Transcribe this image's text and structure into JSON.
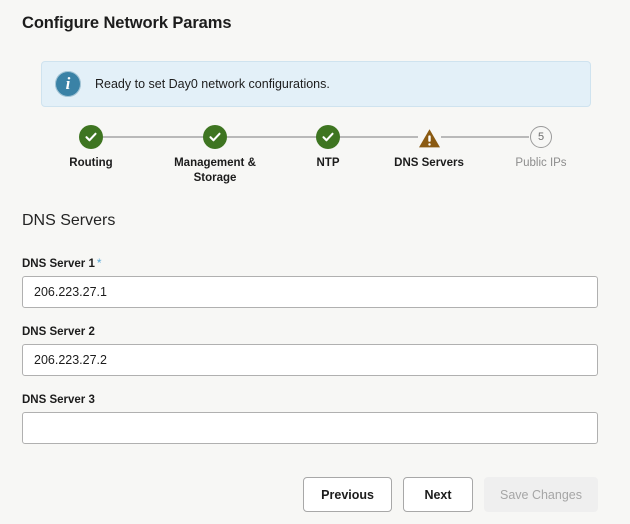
{
  "page": {
    "title": "Configure Network Params"
  },
  "banner": {
    "icon": "info-icon",
    "message": "Ready to set Day0 network configurations.",
    "background_color": "#e3f0f8",
    "icon_color": "#3a82a6"
  },
  "stepper": {
    "done_color": "#3e7521",
    "warning_color": "#8a5a12",
    "pending_color": "#9b9b9b",
    "steps": [
      {
        "label": "Routing",
        "state": "done",
        "icon": "check-circle-icon",
        "number": "1"
      },
      {
        "label": "Management & Storage",
        "state": "done",
        "icon": "check-circle-icon",
        "number": "2"
      },
      {
        "label": "NTP",
        "state": "done",
        "icon": "check-circle-icon",
        "number": "3"
      },
      {
        "label": "DNS Servers",
        "state": "warning",
        "icon": "warning-triangle-icon",
        "number": "4"
      },
      {
        "label": "Public IPs",
        "state": "pending",
        "icon": "number-circle-icon",
        "number": "5"
      }
    ]
  },
  "section": {
    "heading": "DNS Servers"
  },
  "form": {
    "required_marker": "*",
    "fields": [
      {
        "label": "DNS Server 1",
        "required": true,
        "value": "206.223.27.1",
        "placeholder": ""
      },
      {
        "label": "DNS Server 2",
        "required": false,
        "value": "206.223.27.2",
        "placeholder": ""
      },
      {
        "label": "DNS Server 3",
        "required": false,
        "value": "",
        "placeholder": ""
      }
    ]
  },
  "footer": {
    "previous_label": "Previous",
    "next_label": "Next",
    "save_label": "Save Changes",
    "save_disabled": true
  }
}
